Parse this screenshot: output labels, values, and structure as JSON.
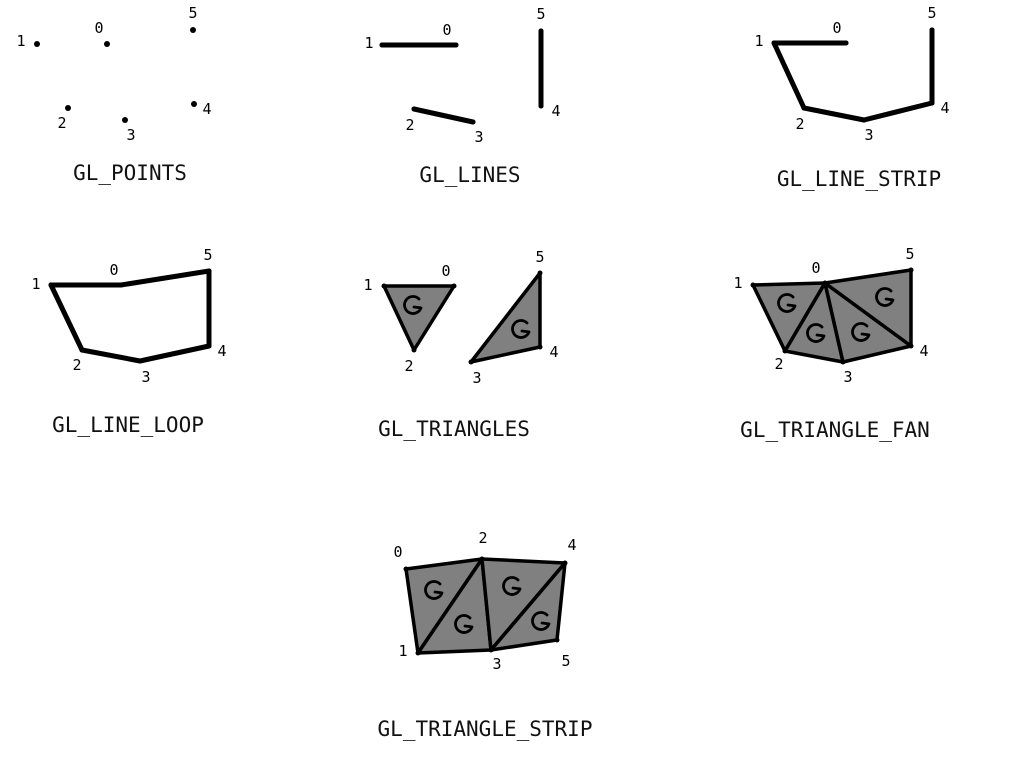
{
  "colors": {
    "background": "#ffffff",
    "ink": "#000000",
    "fill": "#808080"
  },
  "panels": [
    {
      "id": "points",
      "title": "GL_POINTS",
      "primitive": "points",
      "vertex_labels": [
        "0",
        "1",
        "2",
        "3",
        "4",
        "5"
      ],
      "winding_icon": "none"
    },
    {
      "id": "lines",
      "title": "GL_LINES",
      "primitive": "lines",
      "vertex_labels": [
        "0",
        "1",
        "2",
        "3",
        "4",
        "5"
      ],
      "winding_icon": "none"
    },
    {
      "id": "line-strip",
      "title": "GL_LINE_STRIP",
      "primitive": "line-strip",
      "vertex_labels": [
        "0",
        "1",
        "2",
        "3",
        "4",
        "5"
      ],
      "winding_icon": "none"
    },
    {
      "id": "line-loop",
      "title": "GL_LINE_LOOP",
      "primitive": "line-loop",
      "vertex_labels": [
        "0",
        "1",
        "2",
        "3",
        "4",
        "5"
      ],
      "winding_icon": "none"
    },
    {
      "id": "triangles",
      "title": "GL_TRIANGLES",
      "primitive": "triangles",
      "vertex_labels": [
        "0",
        "1",
        "2",
        "3",
        "4",
        "5"
      ],
      "winding_icon": "counter-clockwise-arrow-icon"
    },
    {
      "id": "triangle-fan",
      "title": "GL_TRIANGLE_FAN",
      "primitive": "triangle-fan",
      "vertex_labels": [
        "0",
        "1",
        "2",
        "3",
        "4",
        "5"
      ],
      "winding_icon": "counter-clockwise-arrow-icon"
    },
    {
      "id": "triangle-strip",
      "title": "GL_TRIANGLE_STRIP",
      "primitive": "triangle-strip",
      "vertex_labels": [
        "0",
        "1",
        "2",
        "3",
        "4",
        "5"
      ],
      "winding_icon": "counter-clockwise-arrow-icon"
    }
  ]
}
